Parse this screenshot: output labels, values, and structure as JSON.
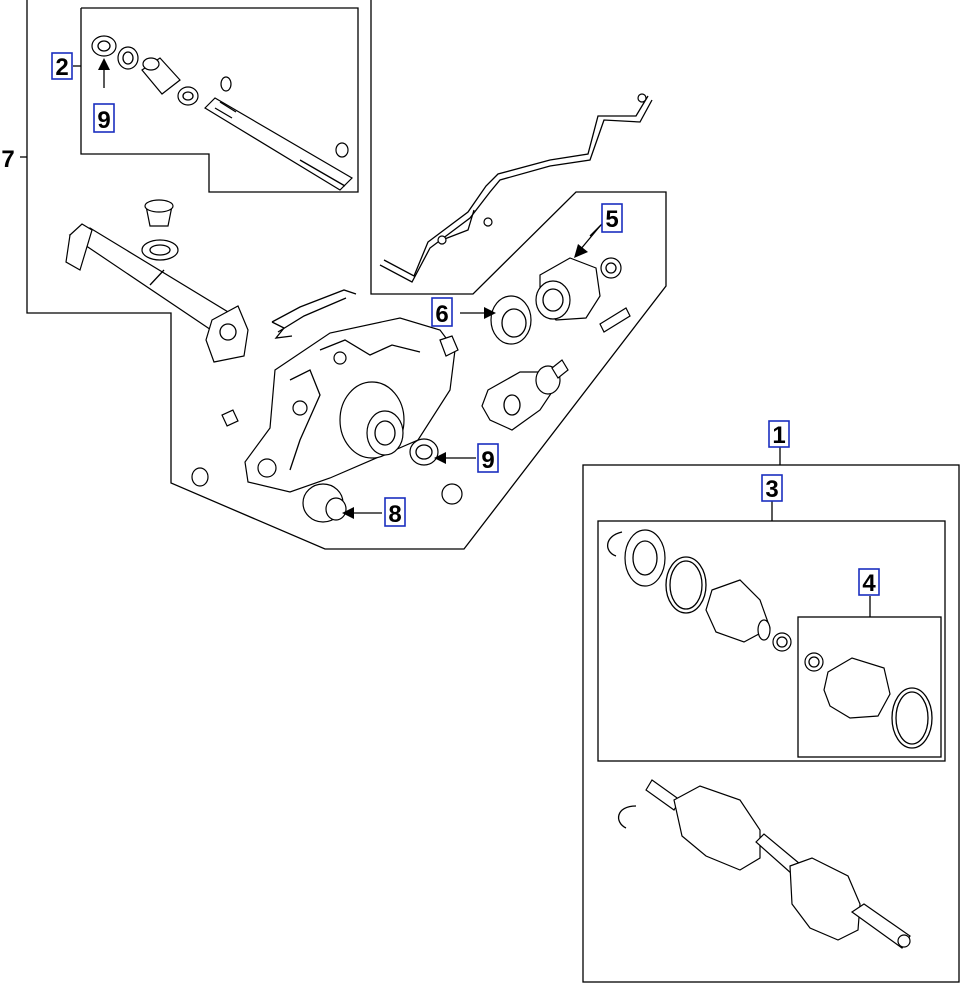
{
  "callouts": {
    "c1": "1",
    "c2": "2",
    "c3": "3",
    "c4": "4",
    "c5": "5",
    "c6": "6",
    "c7": "7",
    "c8": "8",
    "c9a": "9",
    "c9b": "9"
  },
  "colors": {
    "callout_border": "#1a2fbf",
    "line": "#000000",
    "background": "#ffffff"
  }
}
